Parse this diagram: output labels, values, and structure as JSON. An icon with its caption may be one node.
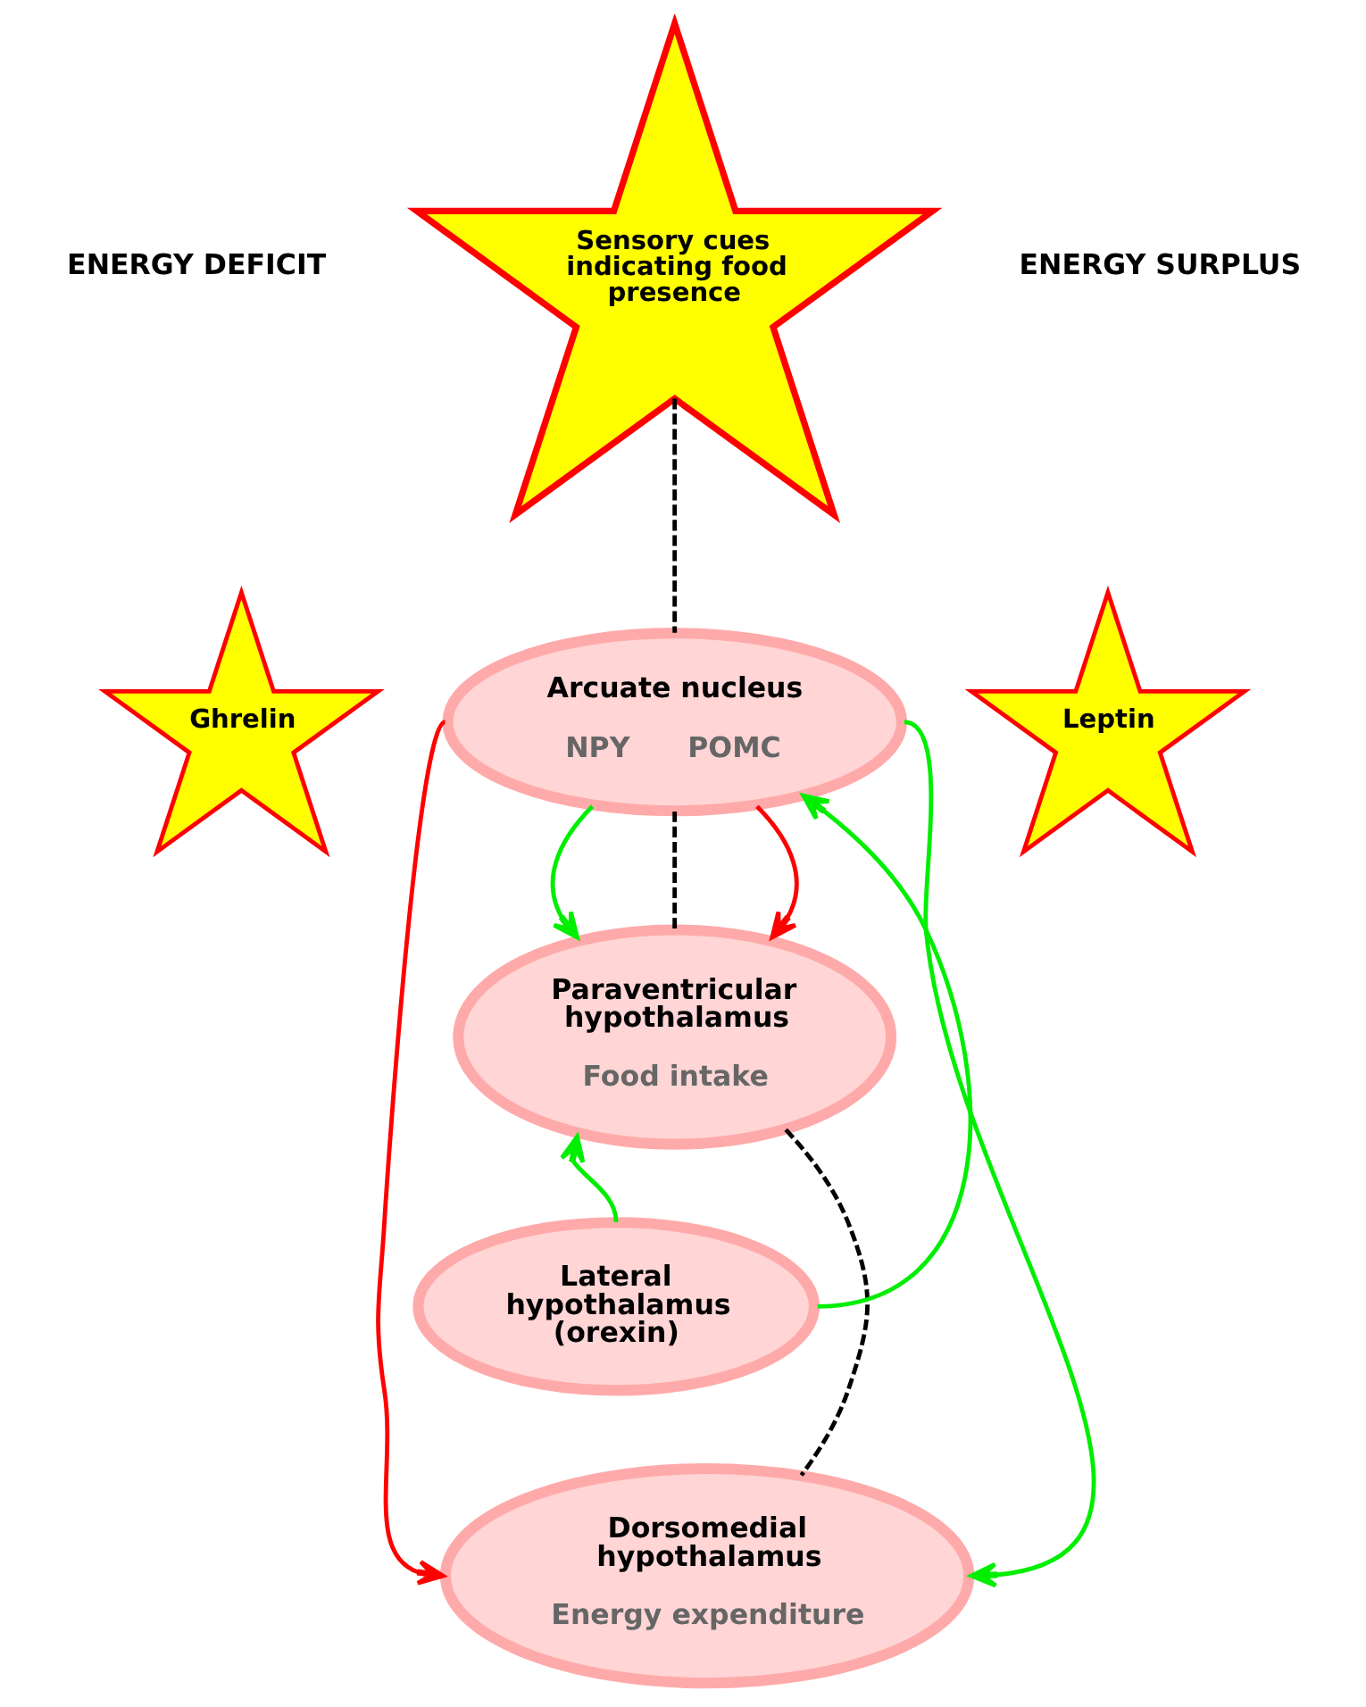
{
  "diagram": {
    "nodes": [
      {
        "text": [
          "Sensory cues indicating food presence"
        ]
      },
      {
        "text": [
          "Arcuate nucleus",
          "NPY",
          "POMC"
        ]
      },
      {
        "text": [
          "Ghrelin"
        ]
      },
      {
        "text": [
          "Leptin"
        ]
      },
      {
        "text": [
          "Paraventricular hypothalamus",
          "Food intake"
        ]
      },
      {
        "text": [
          "Lateral hypothalamus (orexin)"
        ]
      },
      {
        "text": [
          "Dorsomedial hypothalamus",
          "Energy expenditure"
        ]
      }
    ],
    "edges": [
      {
        "from": 0,
        "to": 1,
        "arrow": "none",
        "style": "dashed",
        "color": "#000000"
      },
      {
        "from": 1,
        "to": 4,
        "arrow": "none",
        "style": "dashed",
        "color": "#000000"
      },
      {
        "from": 4,
        "to": 6,
        "arrow": "none",
        "style": "dashed",
        "color": "#000000"
      },
      {
        "from": 1,
        "to": 4,
        "arrow": "to",
        "color": "#00ee00"
      },
      {
        "from": 1,
        "to": 4,
        "arrow": "to",
        "color": "#ff0000"
      },
      {
        "from": 1,
        "to": 6,
        "arrow": "to",
        "color": "#ff0000"
      },
      {
        "from": 1,
        "to": 6,
        "arrow": "to",
        "color": "#00ee00"
      },
      {
        "from": 5,
        "to": 4,
        "arrow": "to",
        "color": "#00ee00"
      },
      {
        "from": 5,
        "to": 1,
        "arrow": "to",
        "color": "#00ee00"
      }
    ],
    "labels": [
      "ENERGY DEFICIT",
      "ENERGY SURPLUS"
    ]
  }
}
